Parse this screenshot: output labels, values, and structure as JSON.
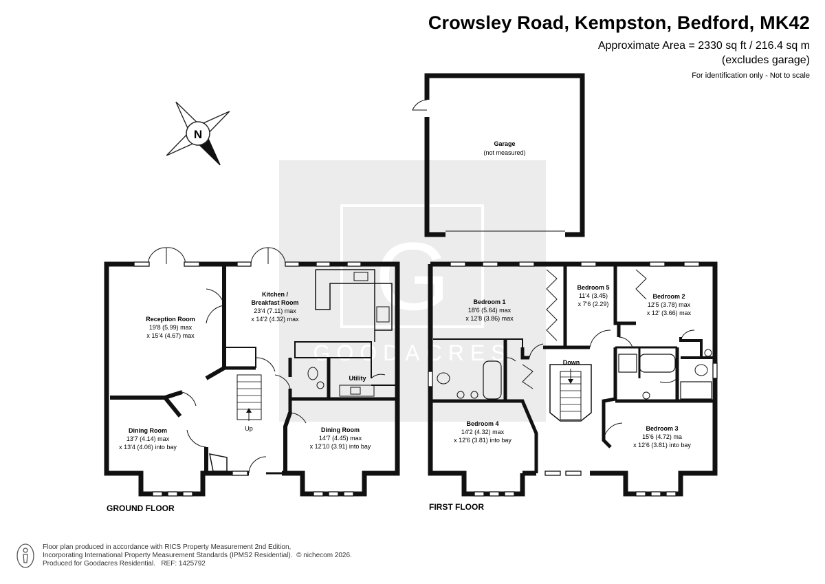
{
  "header": {
    "title": "Crowsley Road, Kempston, Bedford, MK42",
    "area": "Approximate Area = 2330 sq ft / 216.4 sq m",
    "excludes": "(excludes garage)",
    "identification": "For identification only - Not to scale"
  },
  "compass": {
    "letter": "N",
    "icon": "compass-rose-icon"
  },
  "watermark": {
    "letter": "G",
    "text": "GOODACRES"
  },
  "garage": {
    "name": "Garage",
    "note": "(not measured)"
  },
  "ground_floor": {
    "label": "GROUND FLOOR",
    "rooms": {
      "reception": {
        "name": "Reception Room",
        "dim1": "19'8 (5.99) max",
        "dim2": "x 15'4 (4.67) max"
      },
      "kitchen": {
        "name1": "Kitchen /",
        "name2": "Breakfast Room",
        "dim1": "23'4 (7.11) max",
        "dim2": "x 14'2 (4.32) max"
      },
      "utility": {
        "name": "Utility"
      },
      "dining_left": {
        "name": "Dining Room",
        "dim1": "13'7 (4.14) max",
        "dim2": "x 13'4 (4.06) into bay"
      },
      "dining_right": {
        "name": "Dining Room",
        "dim1": "14'7 (4.45) max",
        "dim2": "x 12'10 (3.91) into bay"
      }
    },
    "stairs": "Up"
  },
  "first_floor": {
    "label": "FIRST FLOOR",
    "rooms": {
      "bedroom1": {
        "name": "Bedroom 1",
        "dim1": "18'6 (5.64) max",
        "dim2": "x 12'8 (3.86) max"
      },
      "bedroom5": {
        "name": "Bedroom 5",
        "dim1": "11'4 (3.45)",
        "dim2": "x 7'6 (2.29)"
      },
      "bedroom2": {
        "name": "Bedroom 2",
        "dim1": "12'5 (3.78) max",
        "dim2": "x 12' (3.66) max"
      },
      "bedroom4": {
        "name": "Bedroom 4",
        "dim1": "14'2 (4.32) max",
        "dim2": "x 12'6 (3.81) into bay"
      },
      "bedroom3": {
        "name": "Bedroom 3",
        "dim1": "15'6 (4.72) ma",
        "dim2": "x 12'6 (3.81) into bay"
      }
    },
    "stairs": "Down"
  },
  "footer": {
    "line1": "Floor plan produced in accordance with RICS Property Measurement 2nd Edition,",
    "line2": "Incorporating International Property Measurement Standards (IPMS2 Residential).",
    "copyright": "© nichecom 2026.",
    "line3": "Produced for Goodacres Residential.",
    "ref": "REF: 1425792"
  },
  "colors": {
    "wall": "#111111",
    "watermark_bg": "#ebebeb",
    "fixture": "#333333"
  }
}
